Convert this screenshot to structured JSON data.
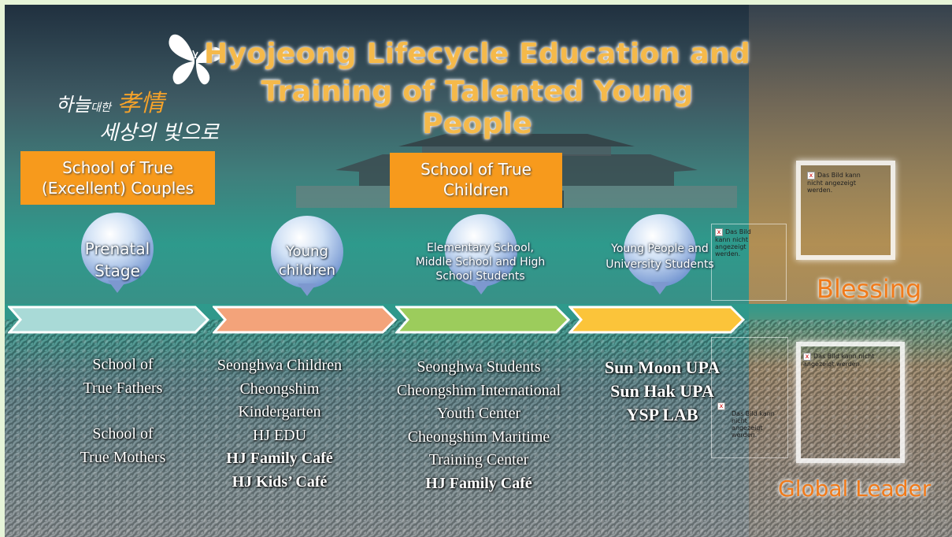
{
  "title": {
    "line1": "Hyojeong Lifecycle Education and",
    "line2": "Training of Talented Young People"
  },
  "logo": {
    "korean_line1a": "하늘",
    "korean_line1b": "대한",
    "korean_line1c": "孝情",
    "korean_line2": "세상의 빛으로"
  },
  "schools": {
    "couples": "School of True (Excellent) Couples",
    "children": "School of True Children"
  },
  "stages": [
    {
      "label": "Prenatal Stage"
    },
    {
      "label": "Young children"
    },
    {
      "label": "Elementary School, Middle School and High School Students"
    },
    {
      "label": "Young People and University Students"
    }
  ],
  "columns": {
    "col1": [
      "School of",
      "True Fathers",
      "",
      "School of",
      "True Mothers"
    ],
    "col2": [
      "Seonghwa Children",
      "Cheongshim",
      "Kindergarten",
      "HJ EDU",
      "HJ Family Café",
      "HJ Kids’ Café"
    ],
    "col3": [
      "Seonghwa Students",
      "Cheongshim International",
      "Youth Center",
      "Cheongshim Maritime",
      "Training Center",
      "HJ Family Café"
    ],
    "col4": [
      "Sun Moon UPA",
      "Sun Hak UPA",
      "YSP LAB"
    ]
  },
  "broken_images": {
    "top": "Das Bild kann nicht angezeigt werden.",
    "middle": "Das Bild kann nicht angezeigt werden.",
    "bottom": "Das Bild kann nicht angezeigt werden.",
    "small": "Das Bild kann nicht angezeigt werden."
  },
  "right": {
    "blessing": "Blessing",
    "global_leader": "Global Leader"
  },
  "colors": {
    "orange": "#f79a1c",
    "arrow1": "#a9dad7",
    "arrow2": "#f3a37a",
    "arrow3": "#9ccc5c",
    "arrow4": "#fbc43a",
    "title": "#f5b94a"
  },
  "icons": [
    "butterfly-icon",
    "broken-image-icon"
  ]
}
